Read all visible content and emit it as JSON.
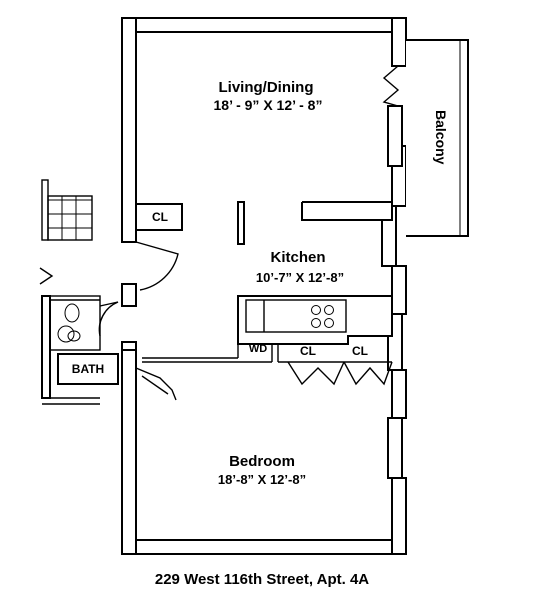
{
  "rooms": {
    "living_dining": {
      "name": "Living/Dining",
      "dims": "18’ - 9” X 12’ - 8”"
    },
    "kitchen": {
      "name": "Kitchen",
      "dims": "10’-7” X 12’-8”"
    },
    "bedroom": {
      "name": "Bedroom",
      "dims": "18’-8” X 12’-8”"
    },
    "balcony": {
      "name": "Balcony"
    },
    "bath": {
      "name": "BATH"
    },
    "closet_entry": {
      "name": "CL"
    },
    "closet_hall_1": {
      "name": "CL"
    },
    "closet_hall_2": {
      "name": "CL"
    },
    "washer_dryer": {
      "name": "WD"
    }
  },
  "address": "229 West 116th Street, Apt. 4A"
}
